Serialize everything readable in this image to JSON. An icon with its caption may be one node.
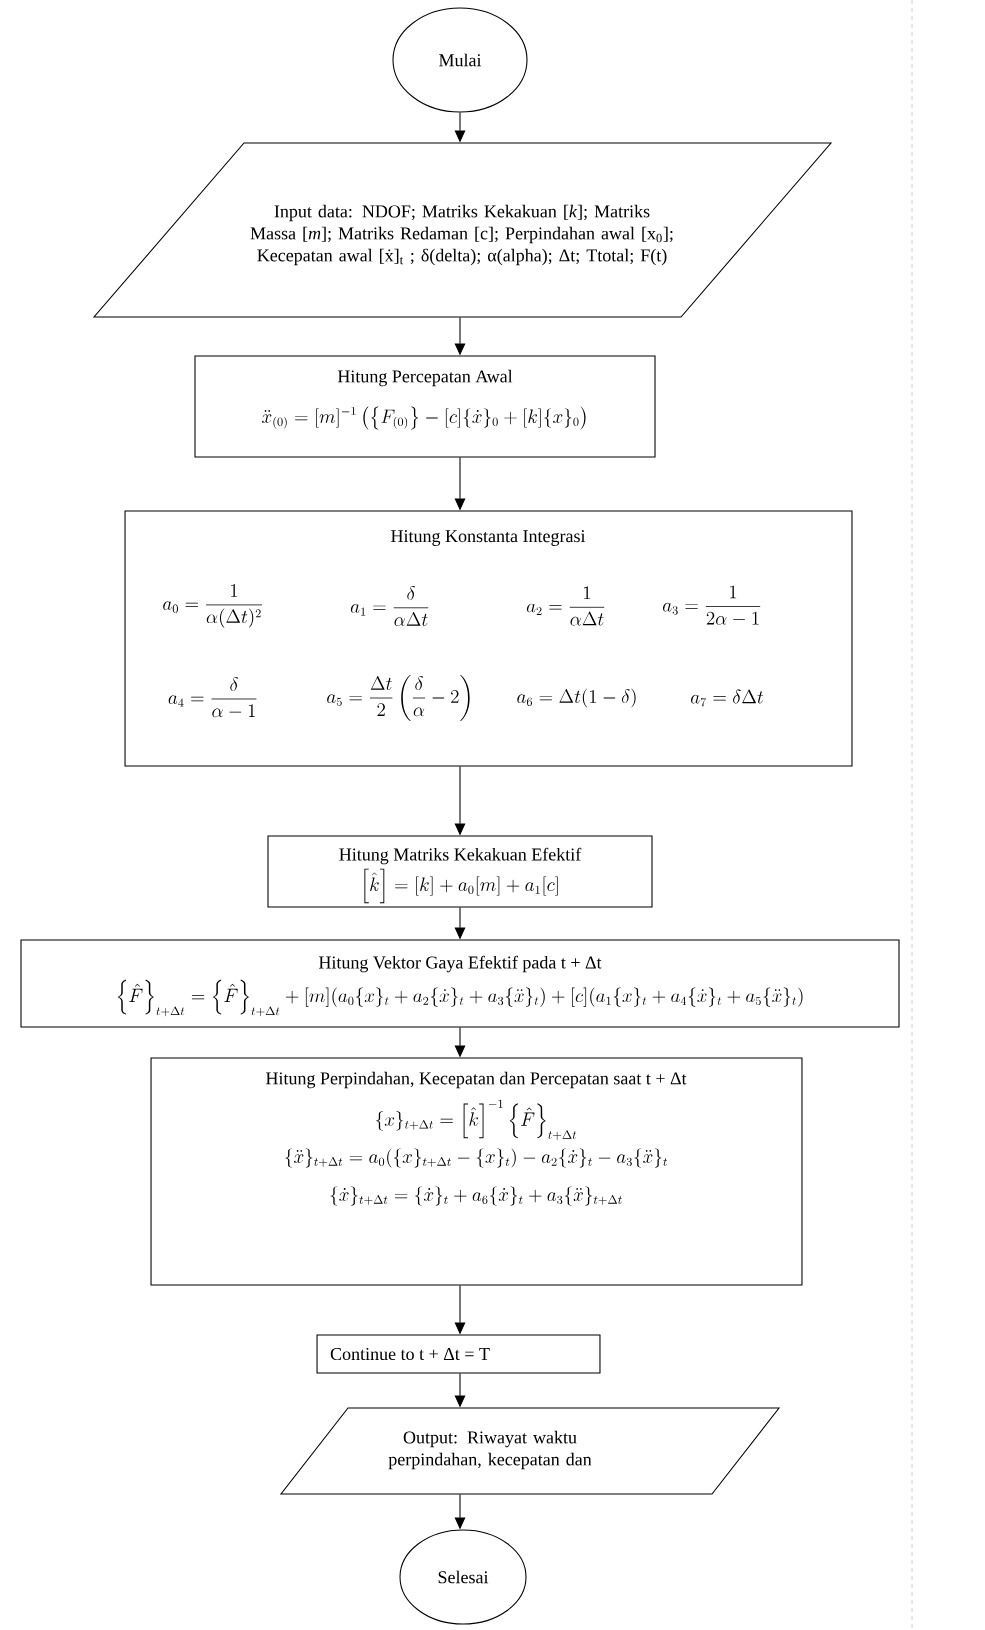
{
  "diagram": {
    "nodes": [
      {
        "text": [
          "Mulai"
        ]
      },
      {
        "text": [
          "Input data: NDOF; Matriks Kekakuan [*k*]; Matriks Massa [*m*]; Matriks Redaman [c]; Perpindahan awal [x$_{0}$]; Kecepatan awal [ẋ]$_{t}$ ; δ(delta); α(alpha); Δt; Ttotal; F(t)"
        ]
      },
      {
        "text": [
          "Hitung Percepatan Awal",
          "\\ddot{x}_{(0)} = [m]^{-1}\\left(\\left\\{F_{(0)}\\right\\} - [c]\\{\\dot{x}\\}_0 + [k]\\{x\\}_0\\right)"
        ]
      },
      {
        "text": [
          "Hitung Konstanta Integrasi",
          "a_0 = \\frac{1}{\\alpha(\\Delta t)^2}",
          "a_1 = \\frac{\\delta}{\\alpha\\Delta t}",
          "a_2 = \\frac{1}{\\alpha\\Delta t}",
          "a_3 = \\frac{1}{2\\alpha - 1}",
          "a_4 = \\frac{\\delta}{\\alpha - 1}",
          "a_5 = \\frac{\\Delta t}{2}\\left(\\frac{\\delta}{\\alpha} - 2\\right)",
          "a_6 = \\Delta t(1 - \\delta)",
          "a_7 = \\delta\\Delta t"
        ]
      },
      {
        "text": [
          "Hitung Matriks Kekakuan Efektif",
          "\\left[\\hat{k}\\right] = [k] + a_0[m] + a_1[c]"
        ]
      },
      {
        "text": [
          "Hitung Vektor Gaya Efektif pada t + Δt",
          "\\left\\{\\hat{F}\\right\\}_{t+\\Delta t} = \\left\\{\\hat{F}\\right\\}_{t+\\Delta t} + [m](a_0\\{x\\}_t + a_2\\{\\dot{x}\\}_t + a_3\\{\\ddot{x}\\}_t) + [c](a_1\\{x\\}_t + a_4\\{\\dot{x}\\}_t + a_5\\{\\ddot{x}\\}_t)"
        ]
      },
      {
        "text": [
          "Hitung Perpindahan, Kecepatan dan Percepatan saat t + Δt",
          "\\{x\\}_{t+\\Delta t} = \\left[\\hat{k}\\right]^{-1}\\left\\{\\hat{F}\\right\\}_{t+\\Delta t}",
          "\\{\\ddot{x}\\}_{t+\\Delta t} = a_0(\\{x\\}_{t+\\Delta t} - \\{x\\}_t) - a_2\\{\\dot{x}\\}_t - a_3\\{\\ddot{x}\\}_t",
          "\\{\\dot{x}\\}_{t+\\Delta t} = \\{\\dot{x}\\}_t + a_6\\{\\dot{x}\\}_t + a_3\\{\\ddot{x}\\}_{t+\\Delta t}"
        ]
      },
      {
        "text": [
          "Continue to t + Δt = T"
        ]
      },
      {
        "text": [
          "Output: Riwayat waktu perpindahan, kecepatan dan"
        ]
      },
      {
        "text": [
          "Selesai"
        ]
      }
    ],
    "edges": [
      {
        "from": 0,
        "to": 1,
        "arrow": "to"
      },
      {
        "from": 1,
        "to": 2,
        "arrow": "to"
      },
      {
        "from": 2,
        "to": 3,
        "arrow": "to"
      },
      {
        "from": 3,
        "to": 4,
        "arrow": "to"
      },
      {
        "from": 4,
        "to": 5,
        "arrow": "to"
      },
      {
        "from": 5,
        "to": 6,
        "arrow": "to"
      },
      {
        "from": 6,
        "to": 7,
        "arrow": "to"
      },
      {
        "from": 7,
        "to": 8,
        "arrow": "to"
      },
      {
        "from": 8,
        "to": 9,
        "arrow": "to"
      }
    ]
  }
}
